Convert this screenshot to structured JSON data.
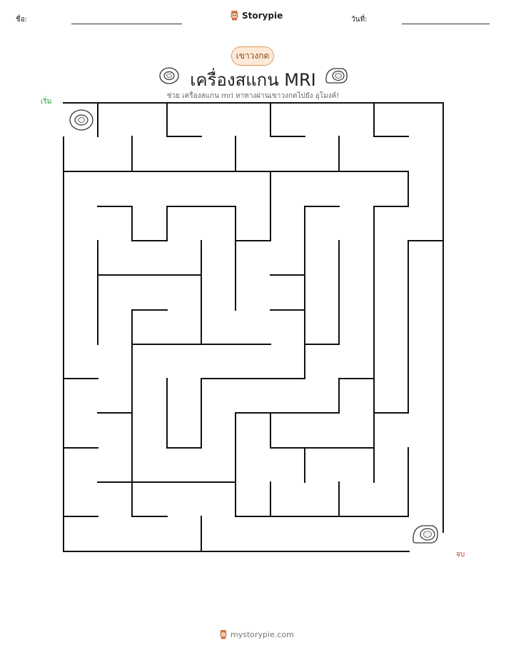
{
  "header": {
    "name_label": "ชื่อ:",
    "date_label": "วันที่:",
    "brand": "Storypie"
  },
  "badge": "เขาวงกต",
  "title": "เครื่องสแกน MRI",
  "subtitle": "ช่วย เครื่องสแกน mri หาทางผ่านเขาวงกตไปยัง อุโมงค์!",
  "maze": {
    "start_label": "เริ่ม",
    "end_label": "จบ",
    "start_icon": "donut-ring-icon",
    "end_icon": "mri-tunnel-icon"
  },
  "footer": {
    "site": "mystorypie.com"
  }
}
